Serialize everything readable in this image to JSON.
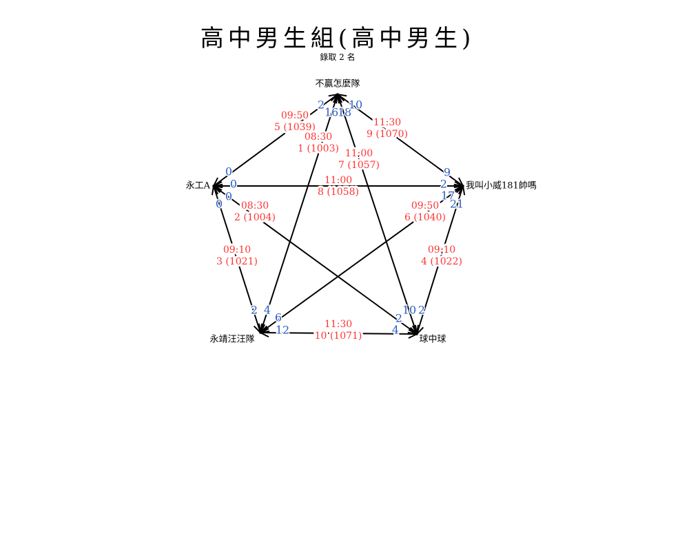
{
  "header": {
    "title": "高中男生組(高中男生)",
    "subtitle": "錄取 2 名"
  },
  "colors": {
    "match_label": "#ff3333",
    "score": "#2b5cc4",
    "line": "#000000"
  },
  "teams": [
    {
      "id": "top",
      "name": "不贏怎麼隊"
    },
    {
      "id": "left",
      "name": "永工A"
    },
    {
      "id": "right",
      "name": "我叫小威181帥嗎"
    },
    {
      "id": "bl",
      "name": "永靖汪汪隊"
    },
    {
      "id": "br",
      "name": "球中球"
    }
  ],
  "matches": [
    {
      "from": "top",
      "to": "left",
      "time": "09:50",
      "label": "5 (1039)",
      "score_from": "2",
      "score_to": "0"
    },
    {
      "from": "top",
      "to": "bl",
      "time": "08:30",
      "label": "1 (1003)",
      "score_from": "16",
      "score_to": "4"
    },
    {
      "from": "top",
      "to": "br",
      "time": "11:00",
      "label": "7 (1057)",
      "score_from": "18",
      "score_to": "10"
    },
    {
      "from": "top",
      "to": "right",
      "time": "11:30",
      "label": "9 (1070)",
      "score_from": "10",
      "score_to": "9"
    },
    {
      "from": "left",
      "to": "right",
      "time": "11:00",
      "label": "8 (1058)",
      "score_from": "0",
      "score_to": "2"
    },
    {
      "from": "left",
      "to": "br",
      "time": "08:30",
      "label": "2 (1004)",
      "score_from": "0",
      "score_to": "2"
    },
    {
      "from": "left",
      "to": "bl",
      "time": "09:10",
      "label": "3 (1021)",
      "score_from": "0",
      "score_to": "2"
    },
    {
      "from": "right",
      "to": "bl",
      "time": "09:50",
      "label": "6 (1040)",
      "score_from": "17",
      "score_to": "6"
    },
    {
      "from": "right",
      "to": "br",
      "time": "09:10",
      "label": "4 (1022)",
      "score_from": "21",
      "score_to": "2"
    },
    {
      "from": "bl",
      "to": "br",
      "time": "11:30",
      "label": "10 (1071)",
      "score_from": "12",
      "score_to": "4"
    }
  ]
}
